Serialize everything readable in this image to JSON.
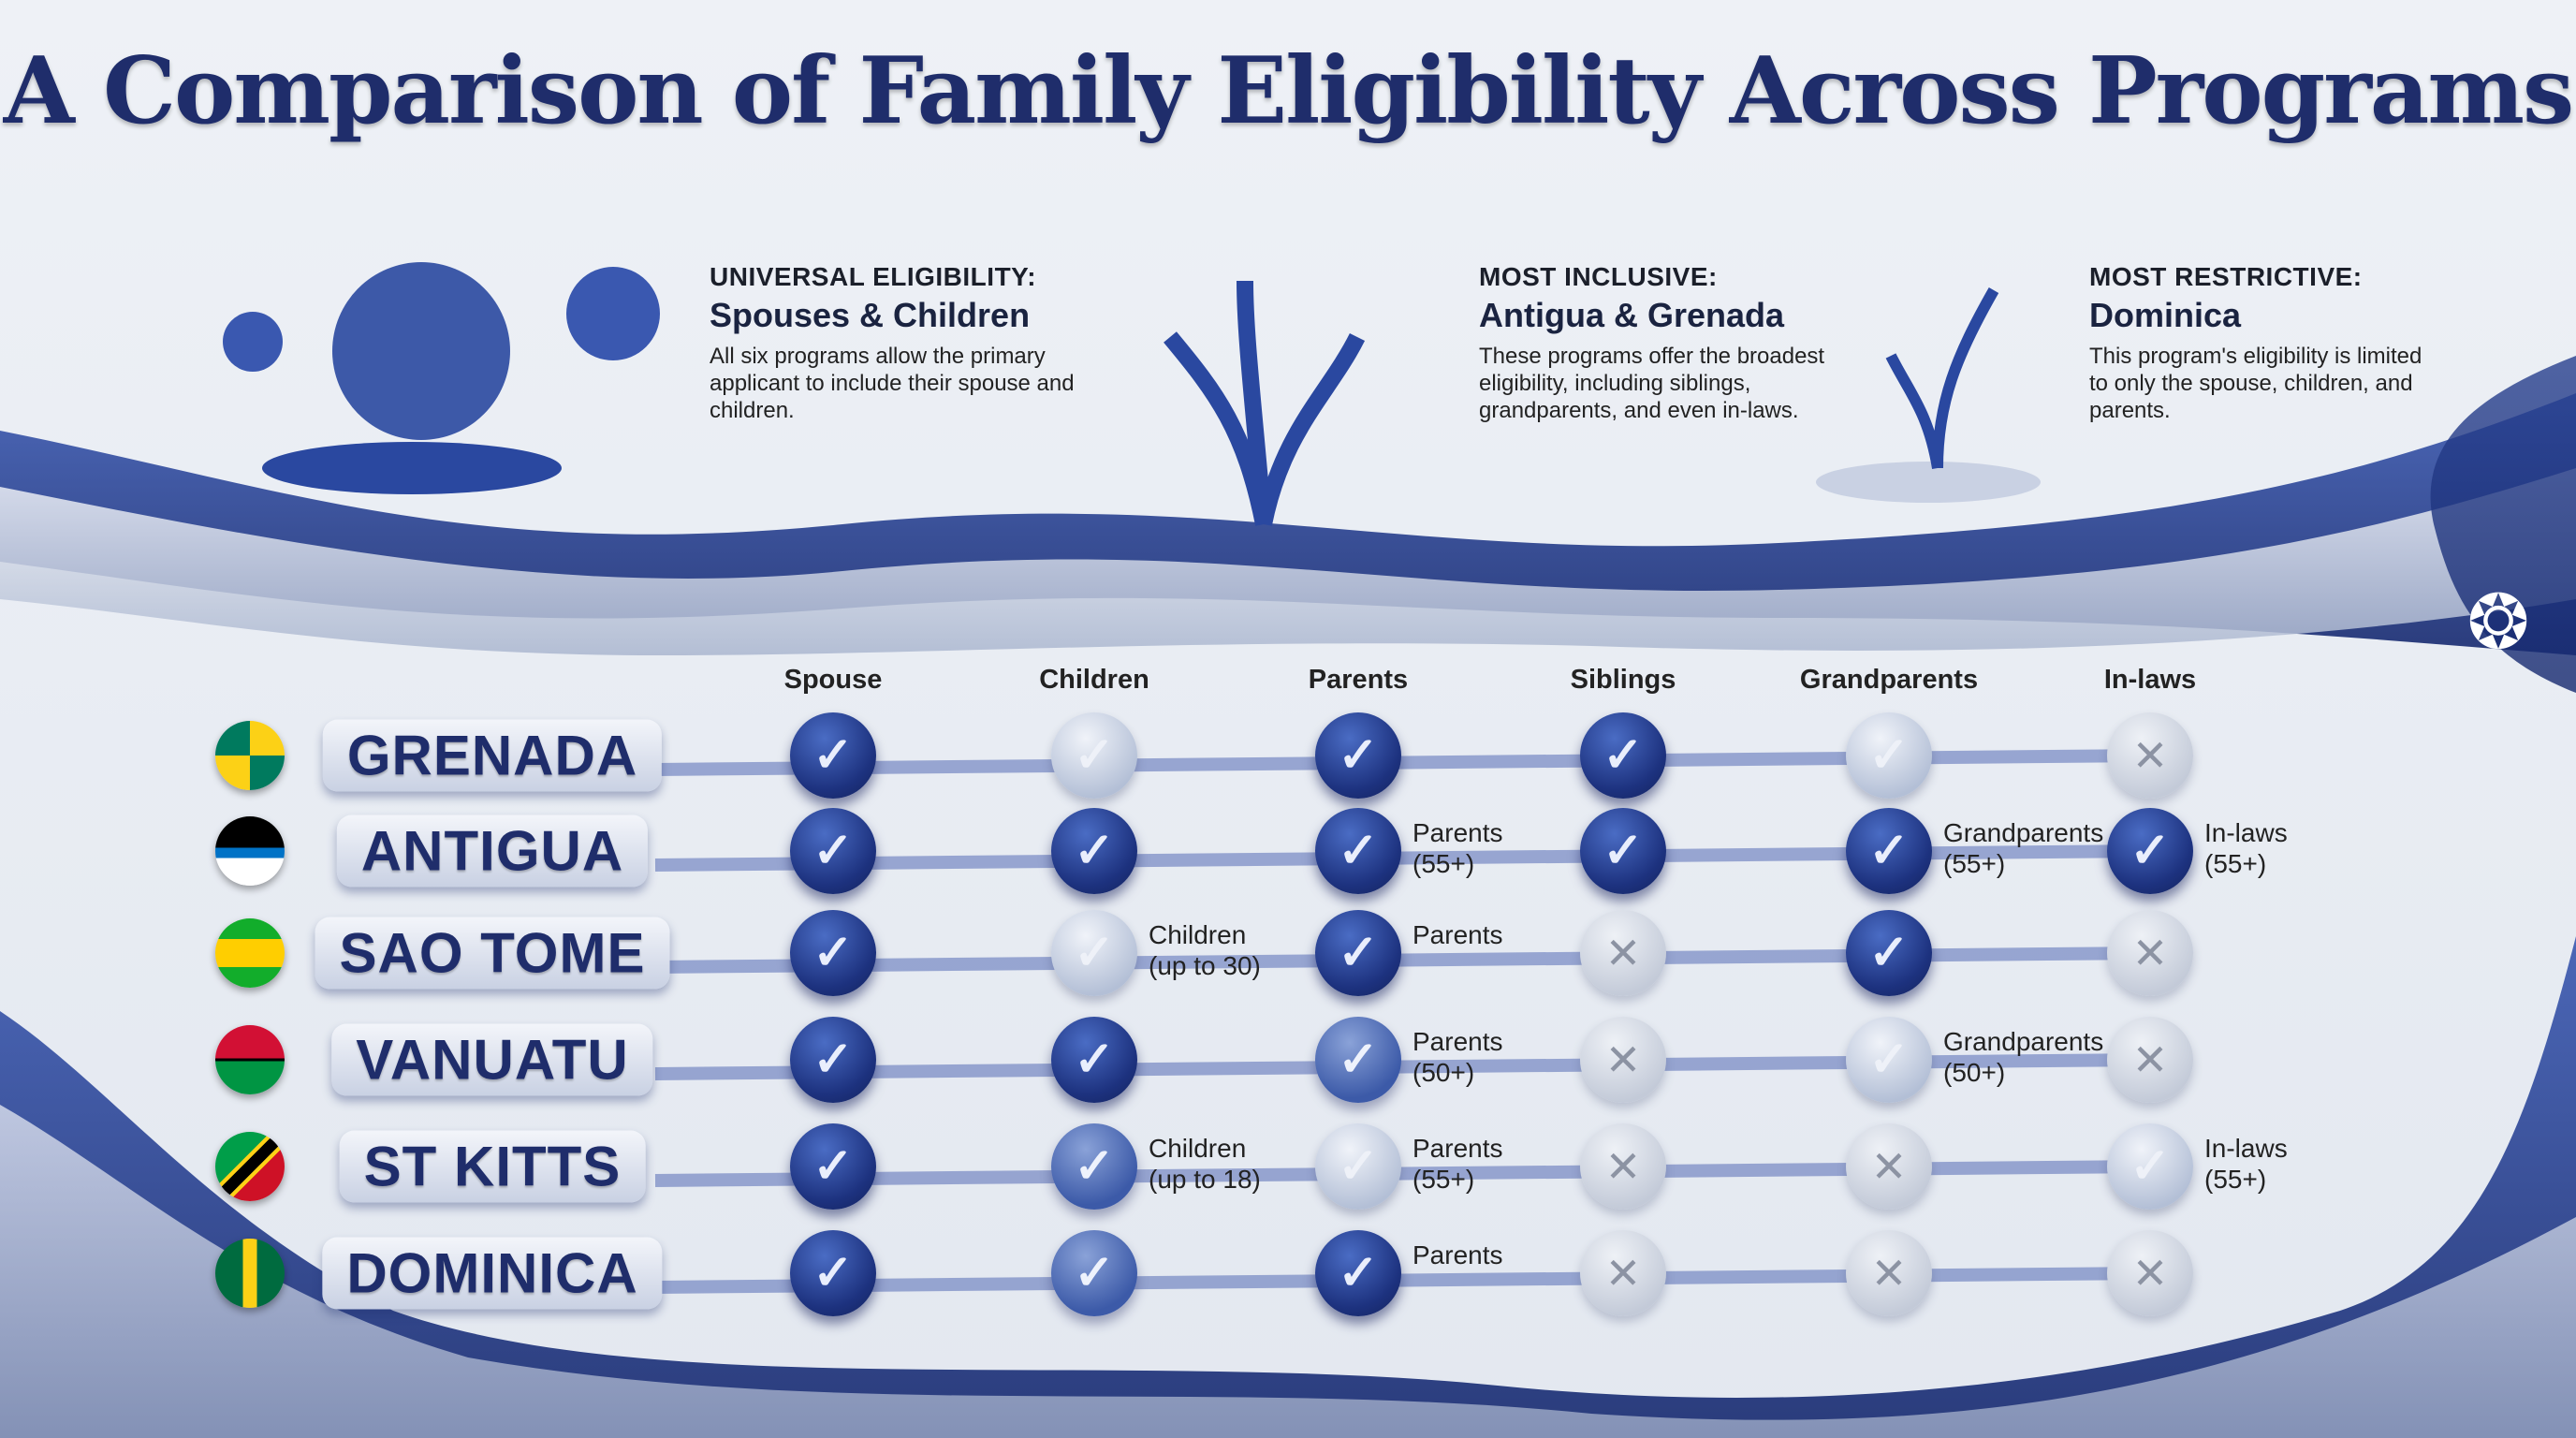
{
  "title": "A Comparison of Family Eligibility Across Programs",
  "callouts": [
    {
      "kicker": "UNIVERSAL ELIGIBILITY:",
      "heading": "Spouses & Children",
      "text": "All six programs allow the primary applicant to include their spouse and children."
    },
    {
      "kicker": "MOST INCLUSIVE:",
      "heading": "Antigua & Grenada",
      "text": "These programs offer the broadest eligibility, including siblings, grandparents, and even in-laws."
    },
    {
      "kicker": "MOST RESTRICTIVE:",
      "heading": "Dominica",
      "text": "This program's eligibility is limited to only the spouse, children, and parents."
    }
  ],
  "columns": [
    "Spouse",
    "Children",
    "Parents",
    "Siblings",
    "Grandparents",
    "In-laws"
  ],
  "rows": [
    {
      "country": "GRENADA",
      "flag": "grenada",
      "cells": [
        {
          "s": "dark"
        },
        {
          "s": "light"
        },
        {
          "s": "dark"
        },
        {
          "s": "dark"
        },
        {
          "s": "light"
        },
        {
          "s": "no"
        }
      ]
    },
    {
      "country": "ANTIGUA",
      "flag": "antigua",
      "cells": [
        {
          "s": "dark"
        },
        {
          "s": "dark"
        },
        {
          "s": "dark",
          "note": "Parents\n(55+)"
        },
        {
          "s": "dark"
        },
        {
          "s": "dark",
          "note": "Grandparents\n(55+)"
        },
        {
          "s": "dark",
          "note": "In-laws\n(55+)"
        }
      ]
    },
    {
      "country": "SAO TOME",
      "flag": "saotome",
      "cells": [
        {
          "s": "dark"
        },
        {
          "s": "light",
          "note": "Children\n(up to 30)"
        },
        {
          "s": "dark",
          "note": "Parents"
        },
        {
          "s": "no"
        },
        {
          "s": "dark"
        },
        {
          "s": "no"
        }
      ]
    },
    {
      "country": "VANUATU",
      "flag": "vanuatu",
      "cells": [
        {
          "s": "dark"
        },
        {
          "s": "dark"
        },
        {
          "s": "medium",
          "note": "Parents\n(50+)"
        },
        {
          "s": "no"
        },
        {
          "s": "light",
          "note": "Grandparents\n(50+)"
        },
        {
          "s": "no"
        }
      ]
    },
    {
      "country": "ST KITTS",
      "flag": "stkitts",
      "cells": [
        {
          "s": "dark"
        },
        {
          "s": "medium",
          "note": "Children\n(up to 18)"
        },
        {
          "s": "light",
          "note": "Parents\n(55+)"
        },
        {
          "s": "no"
        },
        {
          "s": "no"
        },
        {
          "s": "light",
          "note": "In-laws\n(55+)"
        }
      ]
    },
    {
      "country": "DOMINICA",
      "flag": "dominica",
      "cells": [
        {
          "s": "dark"
        },
        {
          "s": "medium"
        },
        {
          "s": "dark",
          "note": "Parents"
        },
        {
          "s": "no"
        },
        {
          "s": "no"
        },
        {
          "s": "no"
        }
      ]
    }
  ],
  "colors": {
    "dark": "#1d327f",
    "accent": "#2a48a0",
    "title": "#1f2d6b"
  }
}
